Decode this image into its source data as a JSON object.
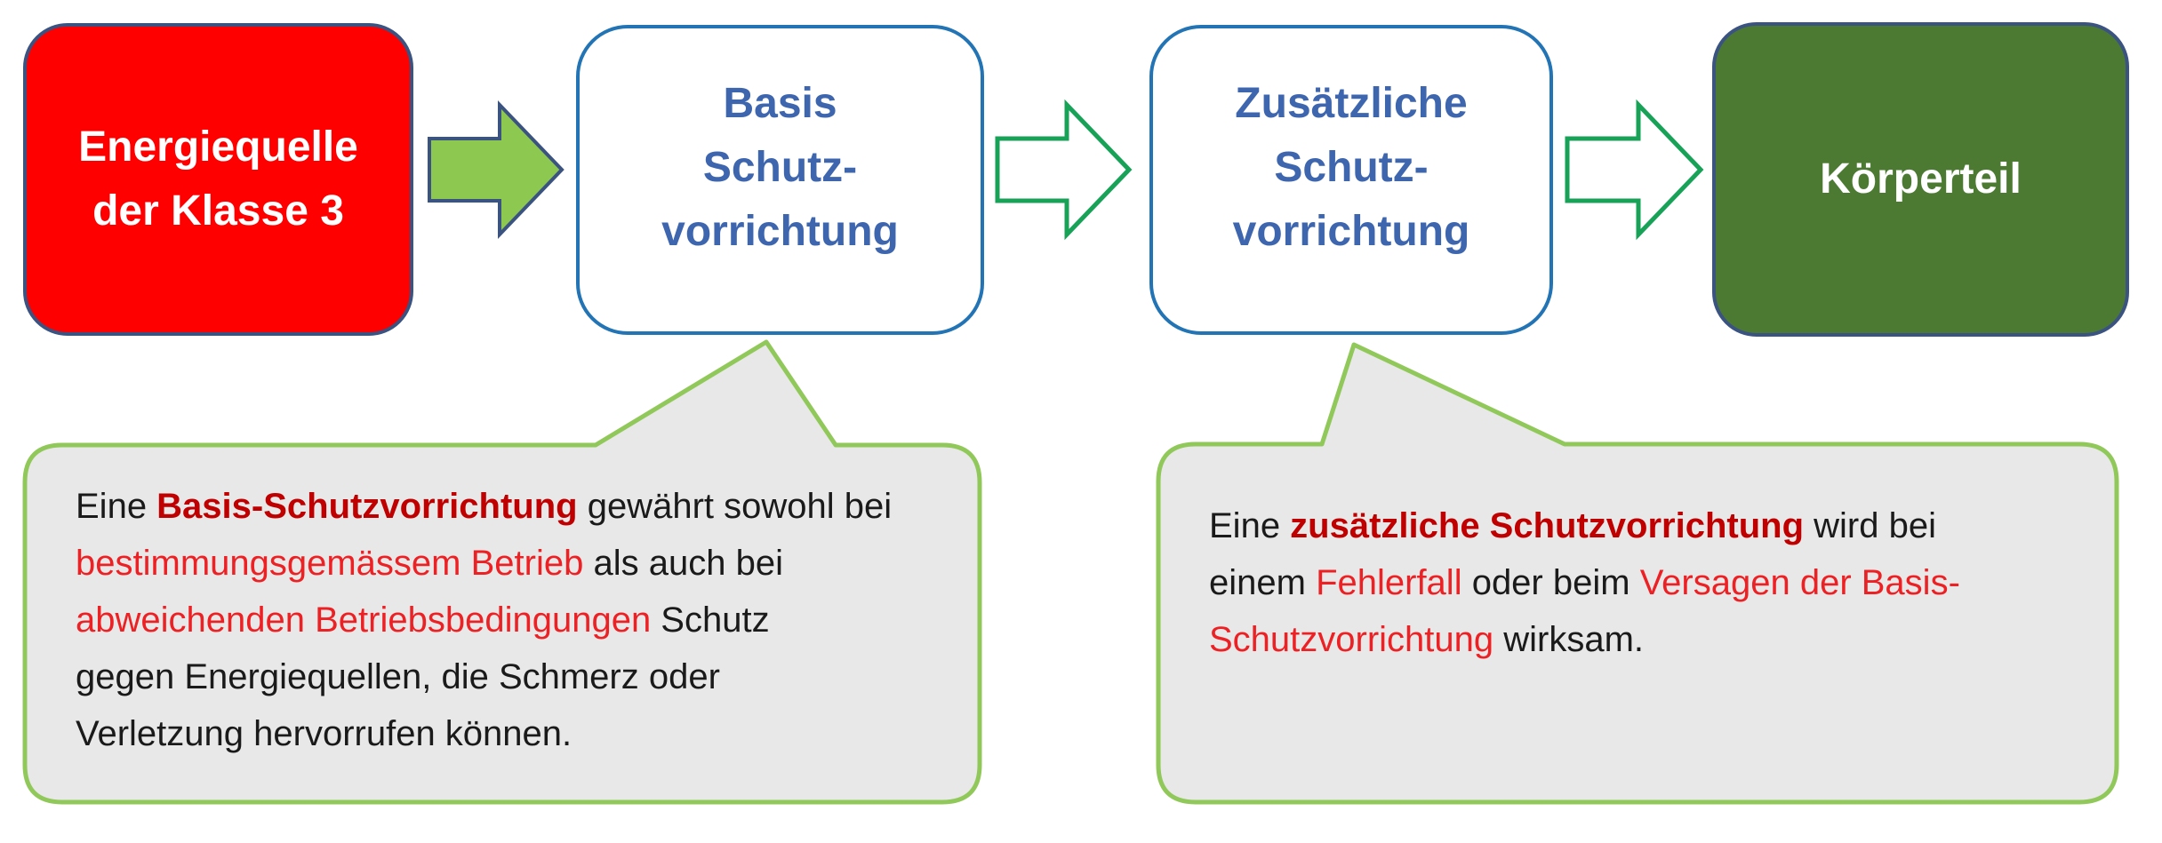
{
  "palette": {
    "box_red_fill": "#FE0000",
    "navy_border": "#3A5380",
    "blue_box_border": "#2274B5",
    "blue_box_text": "#3E66AF",
    "green_box_fill": "#4D7A33",
    "arrow_filled_green": "#8DC850",
    "arrow_outline_green": "#18A257",
    "callout_border_green": "#90C85A",
    "callout_fill_gray": "#E8E8E8",
    "text_black": "#1A1A1A",
    "text_red": "#ED2024",
    "text_dark_red": "#C00000"
  },
  "flow": {
    "boxes": [
      {
        "id": "energy-source",
        "lines": [
          "Energiequelle",
          "der Klasse 3"
        ]
      },
      {
        "id": "basic-protection",
        "lines": [
          "Basis",
          "Schutz-",
          "vorrichtung"
        ]
      },
      {
        "id": "additional-protection",
        "lines": [
          "Zusätzliche",
          "Schutz-",
          "vorrichtung"
        ]
      },
      {
        "id": "body-part",
        "lines": [
          "Körperteil"
        ]
      }
    ],
    "arrows": [
      {
        "id": "arrow-1",
        "style": "filled-green"
      },
      {
        "id": "arrow-2",
        "style": "outline-green"
      },
      {
        "id": "arrow-3",
        "style": "outline-green"
      }
    ]
  },
  "callouts": [
    {
      "points_to": "basic-protection",
      "lines": [
        [
          {
            "t": "Eine ",
            "c": "k"
          },
          {
            "t": "Basis-Schutzvorrichtung",
            "c": "d"
          },
          {
            "t": " gewährt sowohl bei",
            "c": "k"
          }
        ],
        [
          {
            "t": "bestimmungsgemässem Betrieb",
            "c": "r"
          },
          {
            "t": " als auch bei",
            "c": "k"
          }
        ],
        [
          {
            "t": "abweichenden Betriebsbedingungen",
            "c": "r"
          },
          {
            "t": " Schutz",
            "c": "k"
          }
        ],
        [
          {
            "t": "gegen Energiequellen, die Schmerz oder",
            "c": "k"
          }
        ],
        [
          {
            "t": "Verletzung hervorrufen können.",
            "c": "k"
          }
        ]
      ]
    },
    {
      "points_to": "additional-protection",
      "lines": [
        [
          {
            "t": "Eine ",
            "c": "k"
          },
          {
            "t": "zusätzliche Schutzvorrichtung",
            "c": "d"
          },
          {
            "t": " wird bei",
            "c": "k"
          }
        ],
        [
          {
            "t": "einem ",
            "c": "k"
          },
          {
            "t": "Fehlerfall",
            "c": "r"
          },
          {
            "t": " oder beim ",
            "c": "k"
          },
          {
            "t": "Versagen der Basis-",
            "c": "r"
          }
        ],
        [
          {
            "t": "Schutzvorrichtung",
            "c": "r"
          },
          {
            "t": " wirksam.",
            "c": "k"
          }
        ]
      ]
    }
  ]
}
